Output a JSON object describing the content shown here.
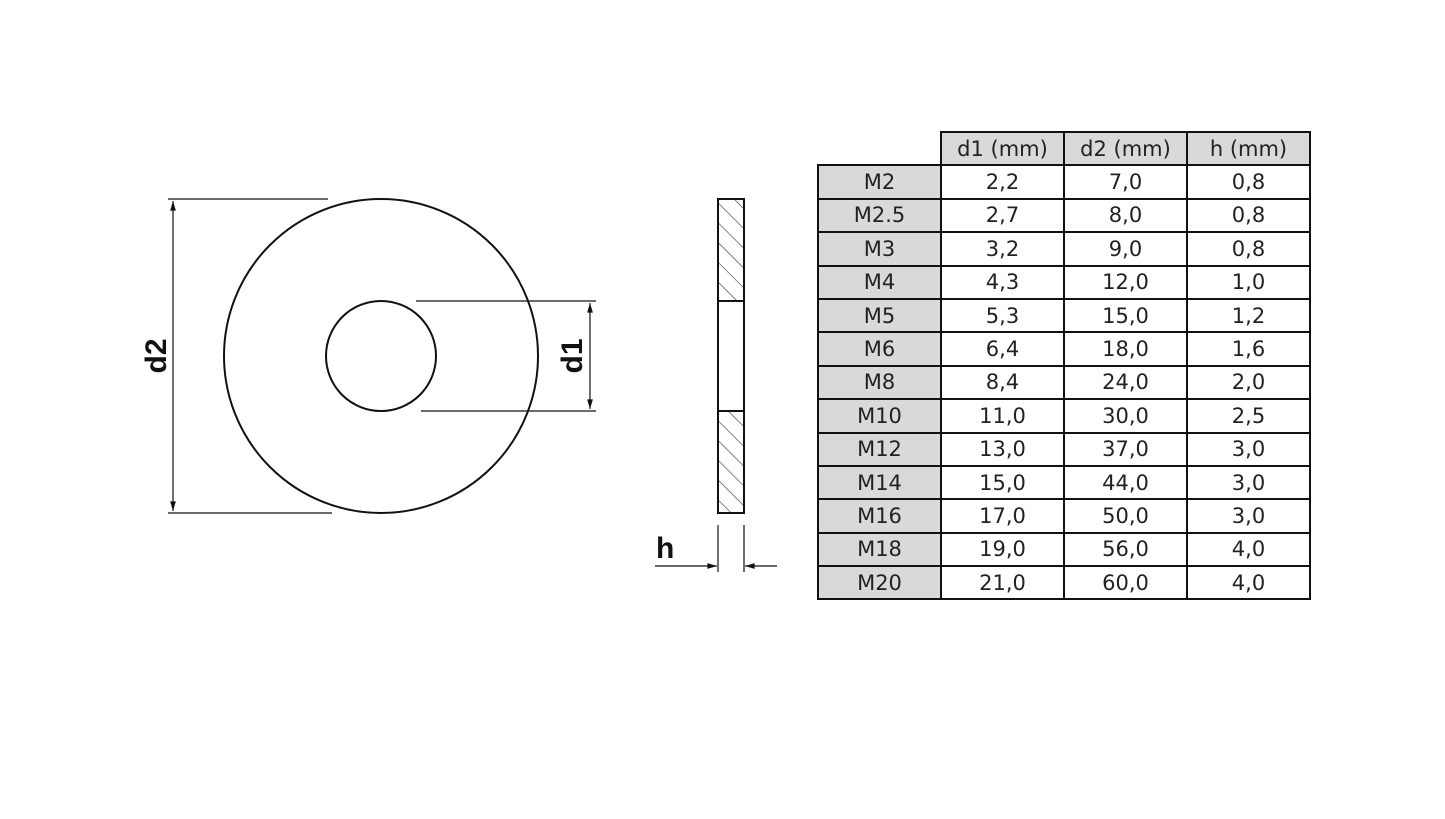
{
  "diagram": {
    "labels": {
      "outer_diameter": "d2",
      "inner_diameter": "d1",
      "thickness": "h"
    },
    "colors": {
      "line": "#111111",
      "header_fill": "#d9d9d9"
    }
  },
  "table": {
    "headers": [
      "d1 (mm)",
      "d2 (mm)",
      "h (mm)"
    ],
    "rows": [
      {
        "size": "M2",
        "d1": "2,2",
        "d2": "7,0",
        "h": "0,8"
      },
      {
        "size": "M2.5",
        "d1": "2,7",
        "d2": "8,0",
        "h": "0,8"
      },
      {
        "size": "M3",
        "d1": "3,2",
        "d2": "9,0",
        "h": "0,8"
      },
      {
        "size": "M4",
        "d1": "4,3",
        "d2": "12,0",
        "h": "1,0"
      },
      {
        "size": "M5",
        "d1": "5,3",
        "d2": "15,0",
        "h": "1,2"
      },
      {
        "size": "M6",
        "d1": "6,4",
        "d2": "18,0",
        "h": "1,6"
      },
      {
        "size": "M8",
        "d1": "8,4",
        "d2": "24,0",
        "h": "2,0"
      },
      {
        "size": "M10",
        "d1": "11,0",
        "d2": "30,0",
        "h": "2,5"
      },
      {
        "size": "M12",
        "d1": "13,0",
        "d2": "37,0",
        "h": "3,0"
      },
      {
        "size": "M14",
        "d1": "15,0",
        "d2": "44,0",
        "h": "3,0"
      },
      {
        "size": "M16",
        "d1": "17,0",
        "d2": "50,0",
        "h": "3,0"
      },
      {
        "size": "M18",
        "d1": "19,0",
        "d2": "56,0",
        "h": "4,0"
      },
      {
        "size": "M20",
        "d1": "21,0",
        "d2": "60,0",
        "h": "4,0"
      }
    ]
  }
}
